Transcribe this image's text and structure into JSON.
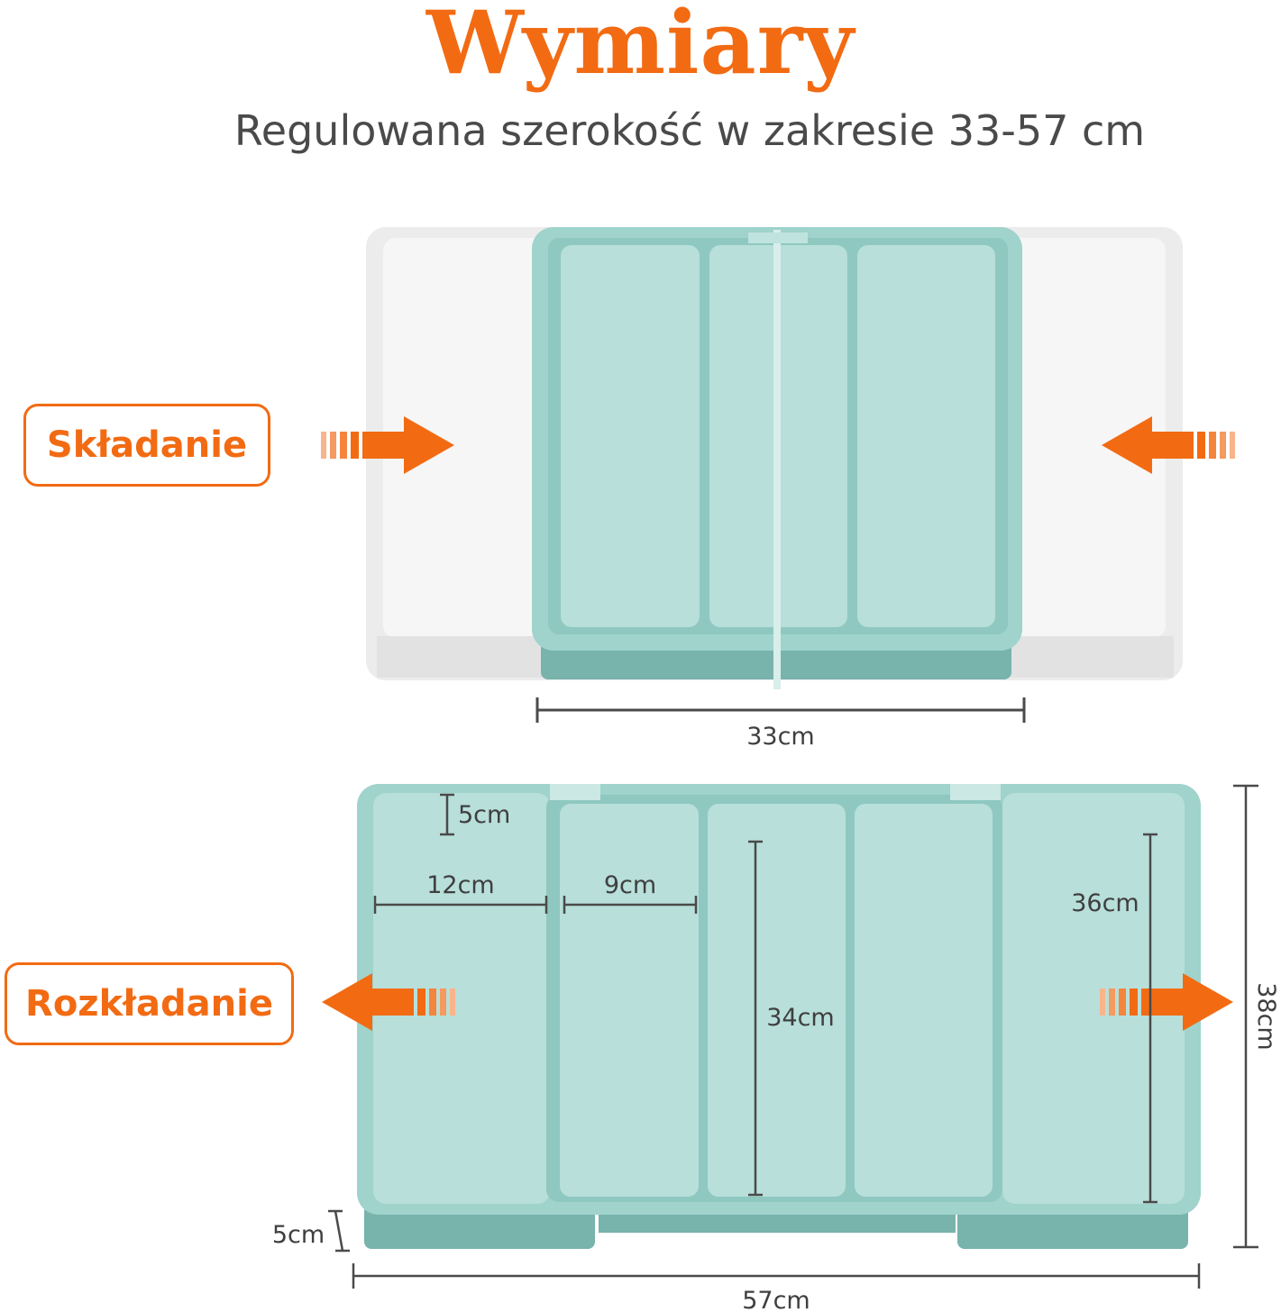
{
  "title": "Wymiary",
  "subtitle": "Regulowana szerokość w zakresie 33-57 cm",
  "folded": {
    "label": "Składanie",
    "width_label": "33cm"
  },
  "unfolded": {
    "label": "Rozkładanie",
    "dims": {
      "rim_depth": "5cm",
      "outer_compartment_width": "12cm",
      "inner_compartment_width": "9cm",
      "inner_length": "34cm",
      "outer_length": "36cm",
      "total_depth": "38cm",
      "height": "5cm",
      "total_width": "57cm"
    }
  },
  "colors": {
    "accent": "#f26b13",
    "tray": "#9fd3cc",
    "tray_inner": "#b8dfda",
    "tray_shadow": "#6ea9a2",
    "extension_gray": "#ececec"
  },
  "icons": [
    "arrow-right-icon",
    "arrow-left-icon"
  ]
}
